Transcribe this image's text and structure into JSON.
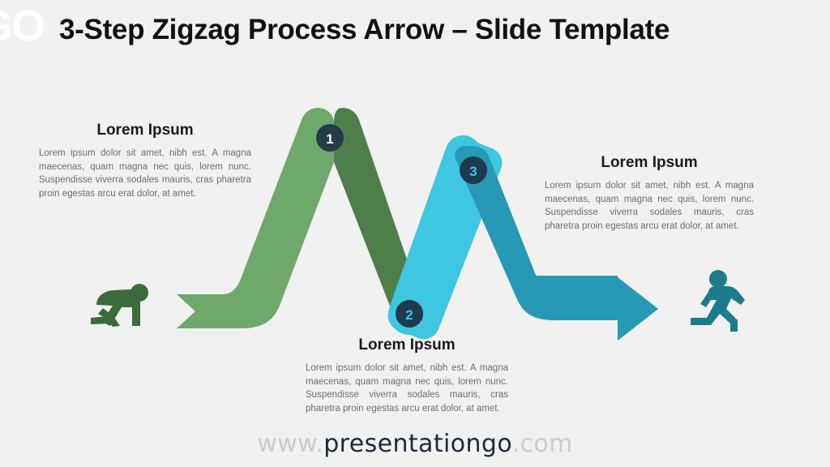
{
  "slide": {
    "title": "3-Step Zigzag Process Arrow – Slide Template",
    "background_color": "#f1f1f1",
    "logo_watermark": "GO"
  },
  "colors": {
    "step1_light_green": "#6FA86B",
    "step1_dark_green": "#4E7F4A",
    "step2_light_cyan": "#3FC6E0",
    "step3_dark_teal": "#2699B4",
    "marker_circle": "#1F3A4D",
    "marker_text": "#FFFFFF",
    "heading_text": "#1a1a1a",
    "body_text": "#6d6d6d",
    "icon_start": "#3B6B3B",
    "icon_finish": "#1D7C8C"
  },
  "diagram": {
    "type": "zigzag-process-arrow",
    "steps": [
      {
        "number": "1",
        "marker_position": "peak-left",
        "heading": "Lorem Ipsum",
        "body": "Lorem ipsum dolor sit amet, nibh est. A magna maecenas, quam magna nec quis, lorem nunc. Suspendisse viverra sodales mauris, cras pharetra proin egestas arcu erat dolor, at amet.",
        "color": "#6FA86B",
        "text_side": "left"
      },
      {
        "number": "2",
        "marker_position": "valley-center",
        "heading": "Lorem Ipsum",
        "body": "Lorem ipsum dolor sit amet, nibh est. A magna maecenas, quam magna nec quis, lorem nunc. Suspendisse viverra sodales mauris, cras pharetra proin egestas arcu erat dolor, at amet.",
        "color": "#3FC6E0",
        "text_side": "bottom"
      },
      {
        "number": "3",
        "marker_position": "peak-right",
        "heading": "Lorem Ipsum",
        "body": "Lorem ipsum dolor sit amet, nibh est. A magna maecenas, quam magna nec quis, lorem nunc. Suspendisse viverra sodales mauris, cras pharetra proin egestas arcu erat dolor, at amet.",
        "color": "#2699B4",
        "text_side": "right"
      }
    ],
    "start_icon": "crouching-sprinter-icon",
    "end_icon": "running-person-icon"
  },
  "footer": {
    "prefix": "www.",
    "name": "presentationgo",
    "suffix": ".com"
  }
}
